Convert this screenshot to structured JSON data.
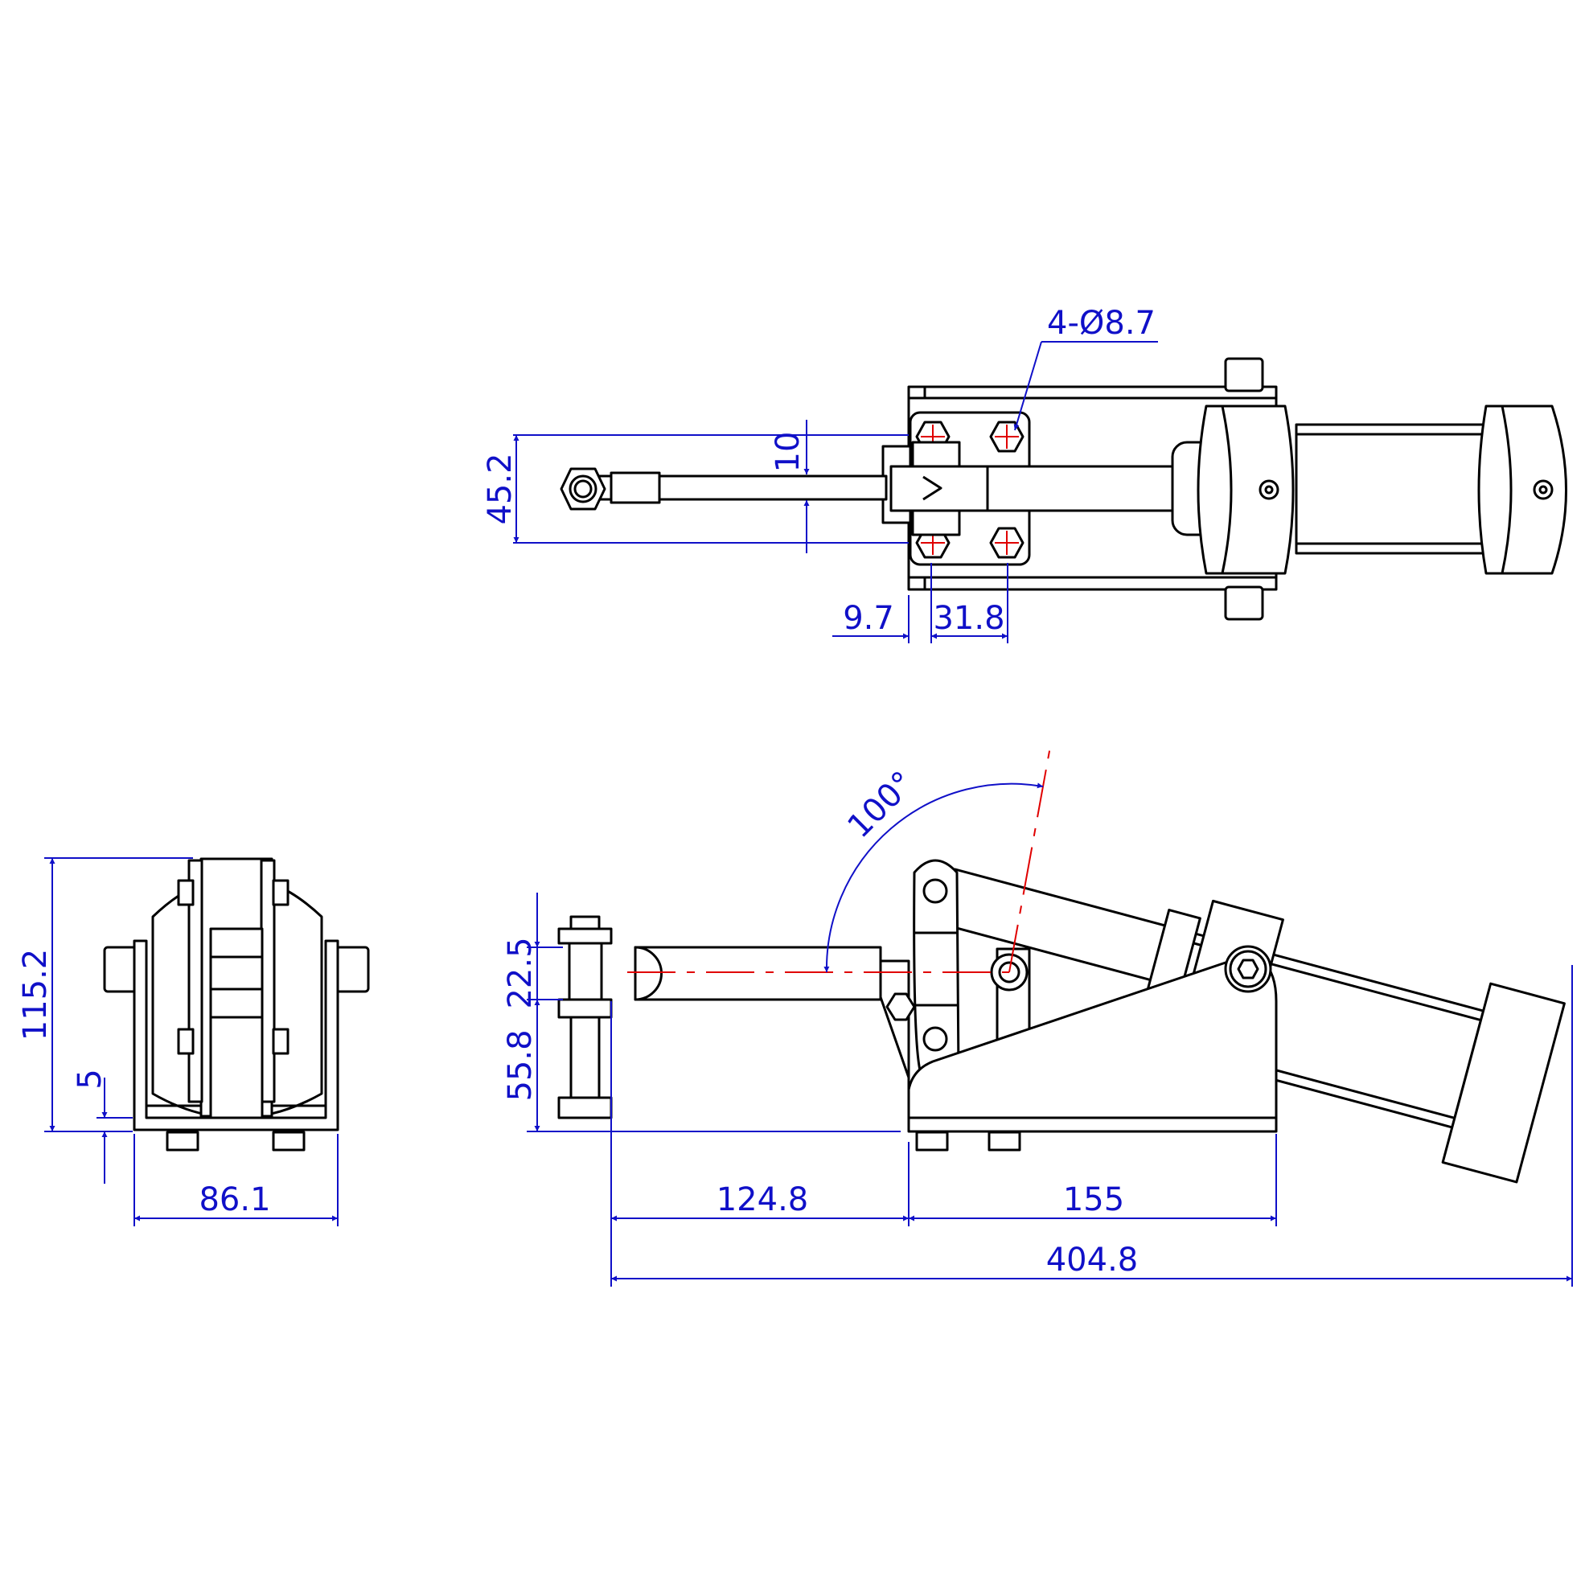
{
  "drawing": {
    "title": "Pneumatic push-pull toggle clamp dimension drawing",
    "colors": {
      "outline": "#000000",
      "dimension": "#1010c8",
      "centerline": "#e00000"
    },
    "top_view": {
      "hole_note": "4-Ø8.7",
      "dims": {
        "width": "45.2",
        "rod": "10",
        "edge": "9.7",
        "hole_spacing": "31.8"
      }
    },
    "side_view": {
      "dims": {
        "angle": "100°",
        "spindle_height": "22.5",
        "base_height": "55.8",
        "reach": "124.8",
        "base_length": "155",
        "overall_length": "404.8"
      }
    },
    "front_view": {
      "dims": {
        "height": "115.2",
        "base_thickness": "5",
        "width": "86.1"
      }
    }
  }
}
